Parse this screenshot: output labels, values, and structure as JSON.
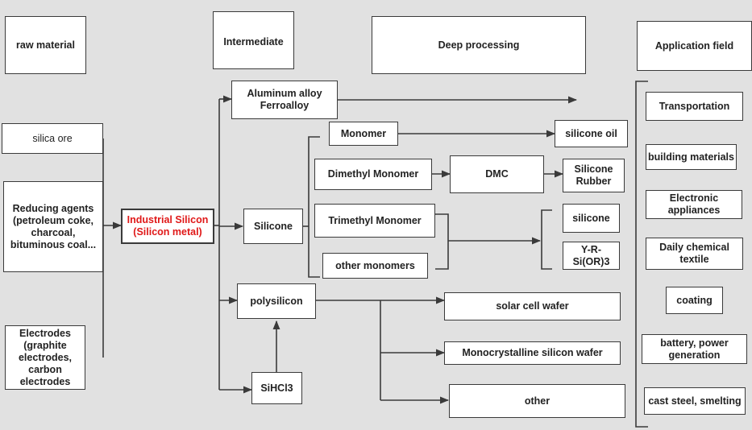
{
  "headers": {
    "raw_material": "raw material",
    "intermediate": "Intermediate",
    "deep_processing": "Deep processing",
    "application_field": "Application field"
  },
  "raw": {
    "silica_ore": "silica ore",
    "reducing_agents": "Reducing agents (petroleum coke, charcoal, bituminous coal...",
    "electrodes": "Electrodes (graphite electrodes, carbon electrodes"
  },
  "industrial_silicon": "Industrial Silicon (Silicon metal)",
  "intermediate": {
    "aluminum_alloy": "Aluminum alloy Ferroalloy",
    "silicone": "Silicone",
    "polysilicon": "polysilicon",
    "sihcl3": "SiHCl3"
  },
  "deep": {
    "monomer": "Monomer",
    "dimethyl_monomer": "Dimethyl Monomer",
    "trimethyl_monomer": "Trimethyl Monomer",
    "other_monomers": "other monomers",
    "dmc": "DMC",
    "silicone_oil": "silicone oil",
    "silicone_rubber": "Silicone Rubber",
    "silicone": "silicone",
    "y_r_si": "Y-R-Si(OR)3",
    "solar_cell_wafer": "solar cell wafer",
    "mono_wafer": "Monocrystalline silicon wafer",
    "other": "other"
  },
  "applications": [
    "Transportation",
    "building materials",
    "Electronic appliances",
    "Daily chemical textile",
    "coating",
    "battery, power generation",
    "cast steel, smelting"
  ],
  "colors": {
    "highlight": "#e01818",
    "line": "#3a3a3a",
    "background": "#e1e1e1"
  }
}
